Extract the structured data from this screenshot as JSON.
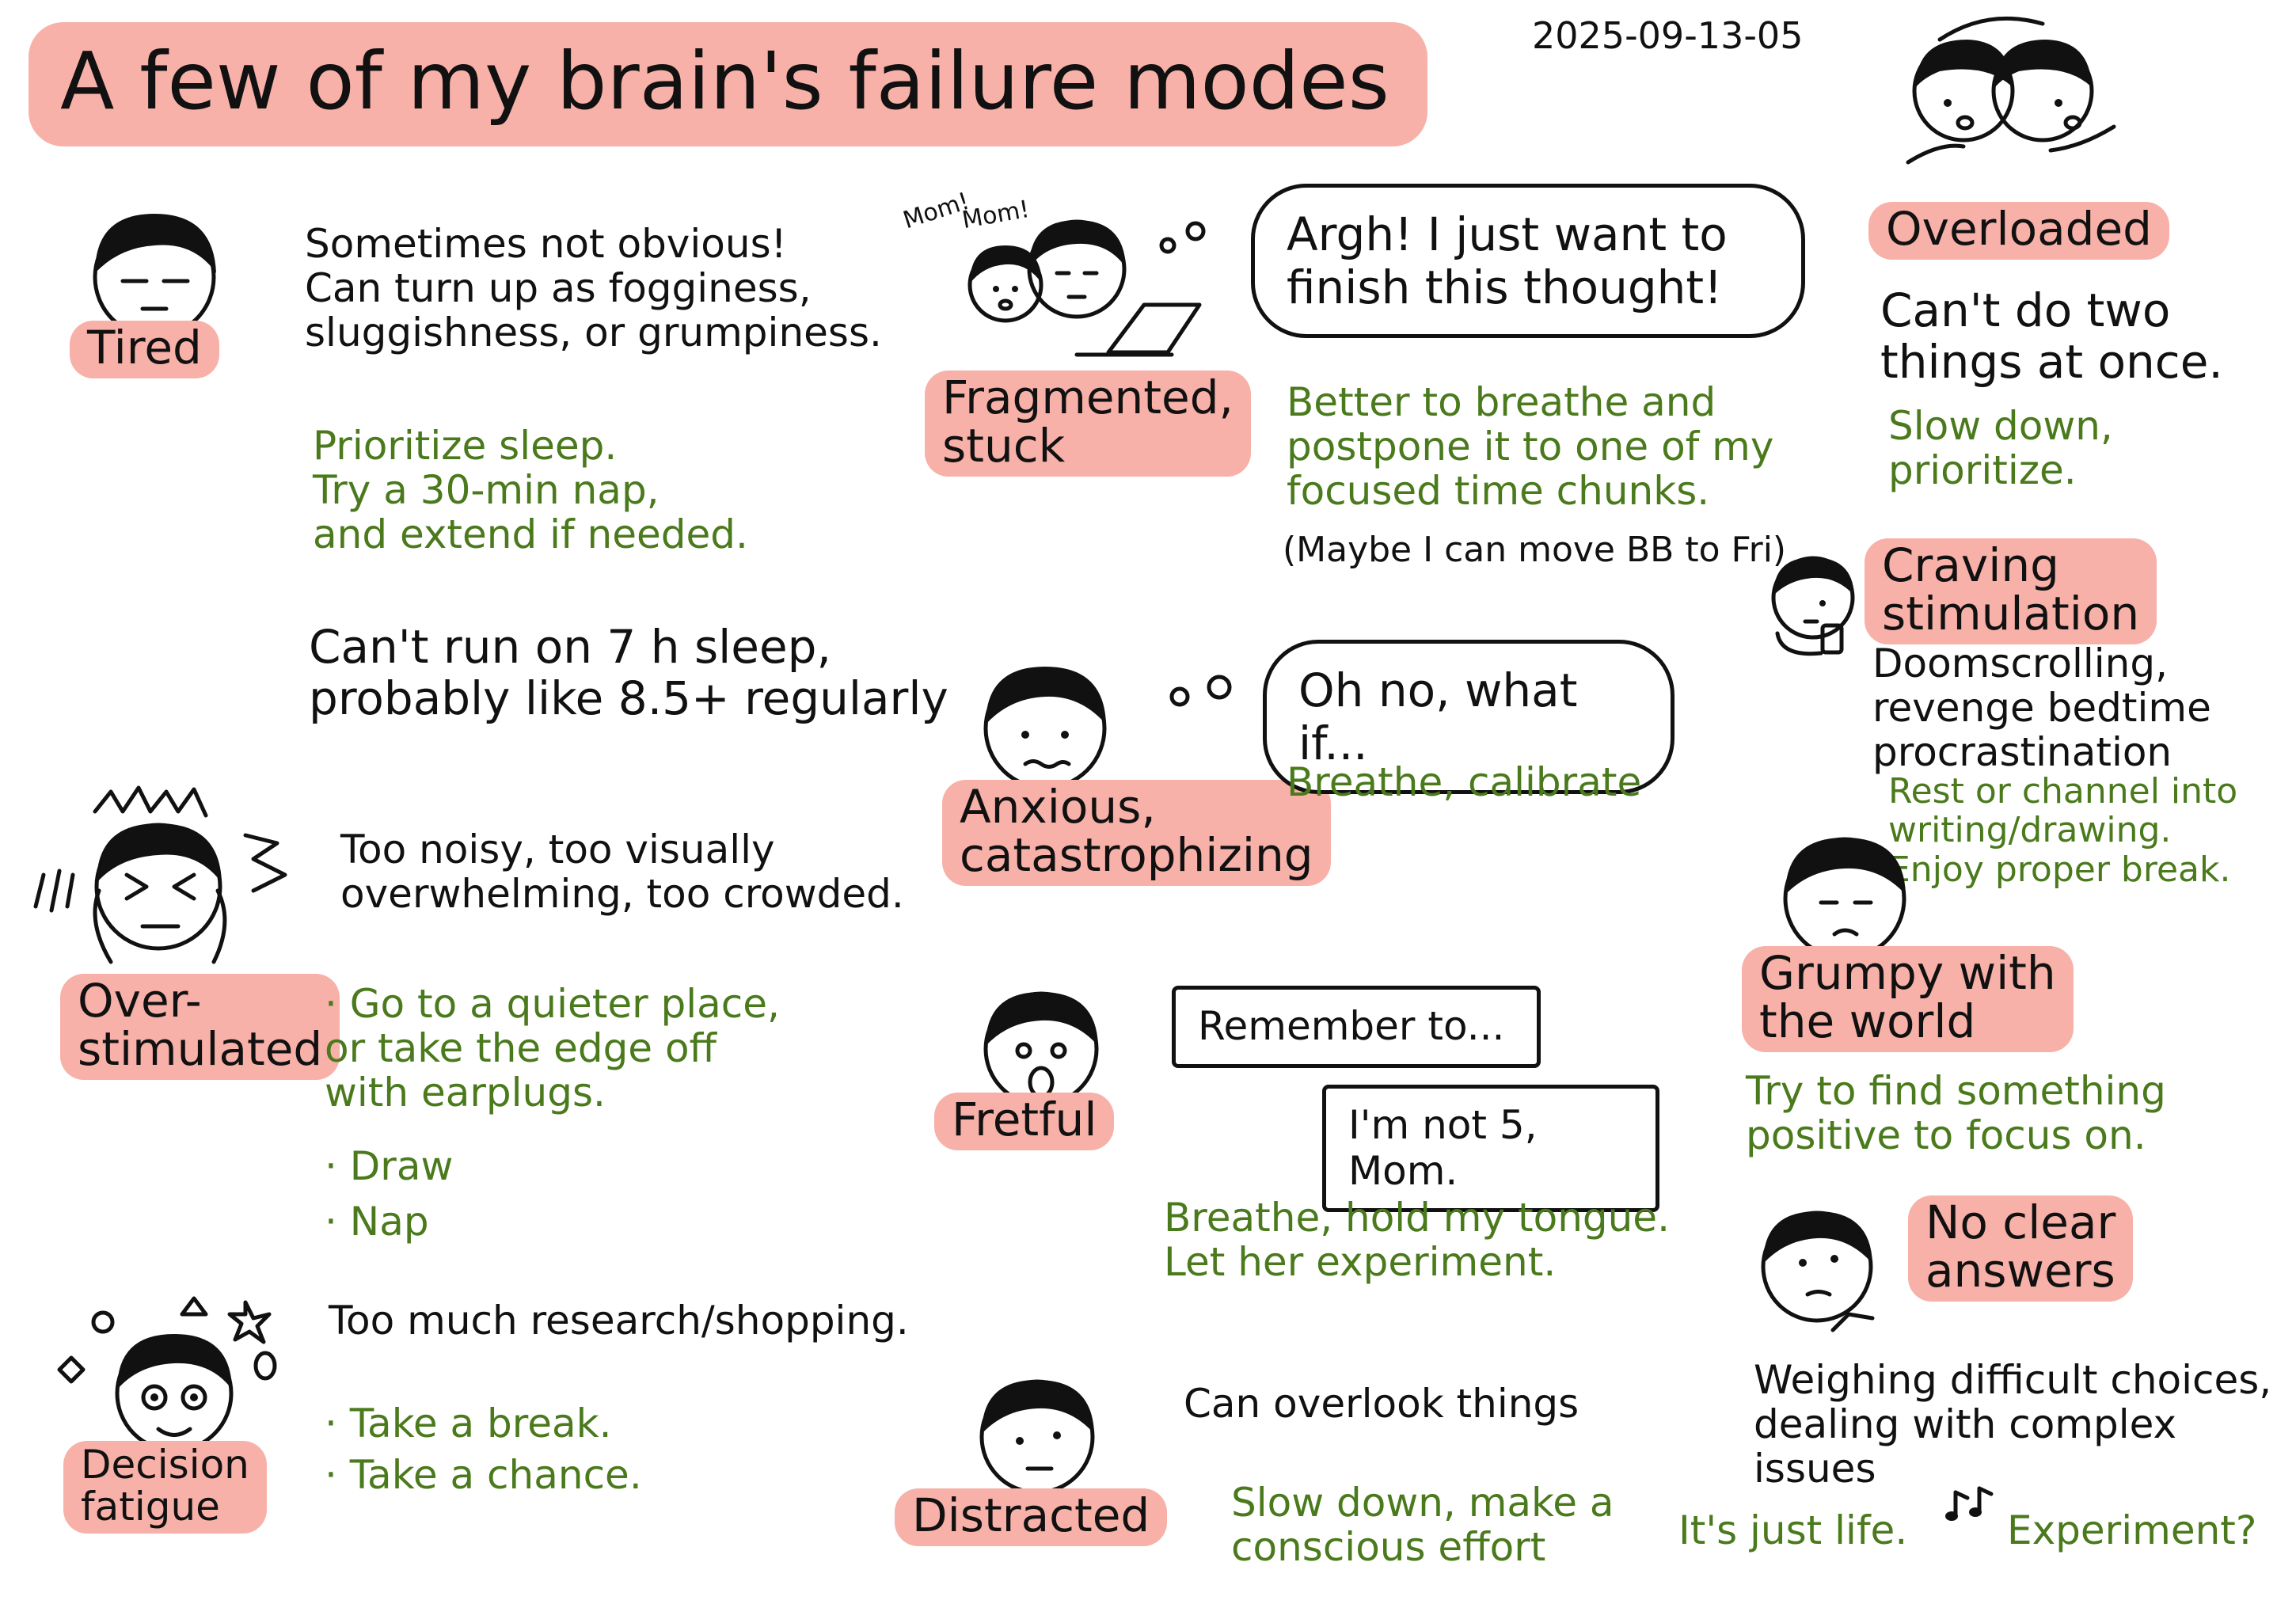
{
  "title": "A few of my brain's failure modes",
  "date": "2025-09-13-05",
  "tired": {
    "label": "Tired",
    "description": "Sometimes not obvious!\nCan turn up as fogginess,\nsluggishness, or grumpiness.",
    "advice": "Prioritize sleep.\nTry a 30-min nap,\nand extend if needed.",
    "note": "Can't run on 7 h sleep,\nprobably like 8.5+ regularly"
  },
  "overstimulated": {
    "label": "Over-\nstimulated",
    "description": "Too noisy, too visually\noverwhelming, too crowded.",
    "advice": [
      "· Go to a quieter place,\n  or take the edge off\n  with earplugs.",
      "· Draw",
      "· Nap"
    ]
  },
  "decision_fatigue": {
    "label": "Decision\nfatigue",
    "description": "Too much research/shopping.",
    "advice": [
      "· Take a break.",
      "· Take a chance."
    ]
  },
  "fragmented": {
    "label": "Fragmented,\nstuck",
    "kid_voice": [
      "Mom!",
      "Mom!"
    ],
    "thought": "Argh! I just want to\nfinish this thought!",
    "advice": "Better to breathe and\npostpone it to one of my\nfocused time chunks.",
    "note": "(Maybe I can move BB to Fri)"
  },
  "anxious": {
    "label": "Anxious,\ncatastrophizing",
    "thought": "Oh no, what if...",
    "advice": "Breathe, calibrate"
  },
  "fretful": {
    "label": "Fretful",
    "speech": "Remember to...",
    "reply": "I'm not 5, Mom.",
    "advice": "Breathe, hold my tongue.\nLet her experiment."
  },
  "distracted": {
    "label": "Distracted",
    "description": "Can overlook things",
    "advice": "Slow down, make a\nconscious effort"
  },
  "overloaded": {
    "label": "Overloaded",
    "description": "Can't do two\nthings at once.",
    "advice": "Slow down,\nprioritize."
  },
  "craving": {
    "label": "Craving\nstimulation",
    "description": "Doomscrolling,\nrevenge bedtime\nprocrastination",
    "advice": "Rest or channel into\n     writing/drawing.\n        Enjoy proper break."
  },
  "grumpy": {
    "label": "Grumpy with\nthe world",
    "advice": "Try to find something\npositive to focus on."
  },
  "no_clear_answers": {
    "label": "No clear\nanswers",
    "description": "Weighing difficult choices,\ndealing with complex issues",
    "advice_1": "It's just life.",
    "advice_2": "Experiment?"
  },
  "colors": {
    "highlight": "#f7b1a8",
    "advice_green": "#4a7a1c",
    "ink": "#111111"
  }
}
